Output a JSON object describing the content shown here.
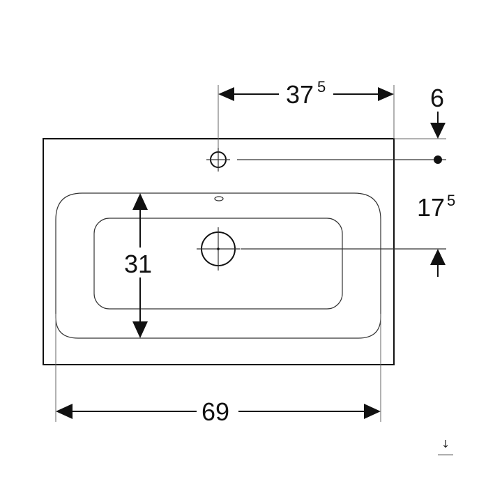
{
  "dimensions": {
    "tap_hole_offset": {
      "main": "37",
      "sup": "5"
    },
    "top_offset": {
      "main": "6"
    },
    "drain_depth": {
      "main": "17",
      "sup": "5"
    },
    "bowl_depth": {
      "main": "31"
    },
    "overall_width": {
      "main": "69"
    }
  },
  "icons": {
    "download": "download-arrow-icon"
  },
  "download_glyph": "↓",
  "colors": {
    "line": "#111111",
    "background": "#ffffff"
  }
}
